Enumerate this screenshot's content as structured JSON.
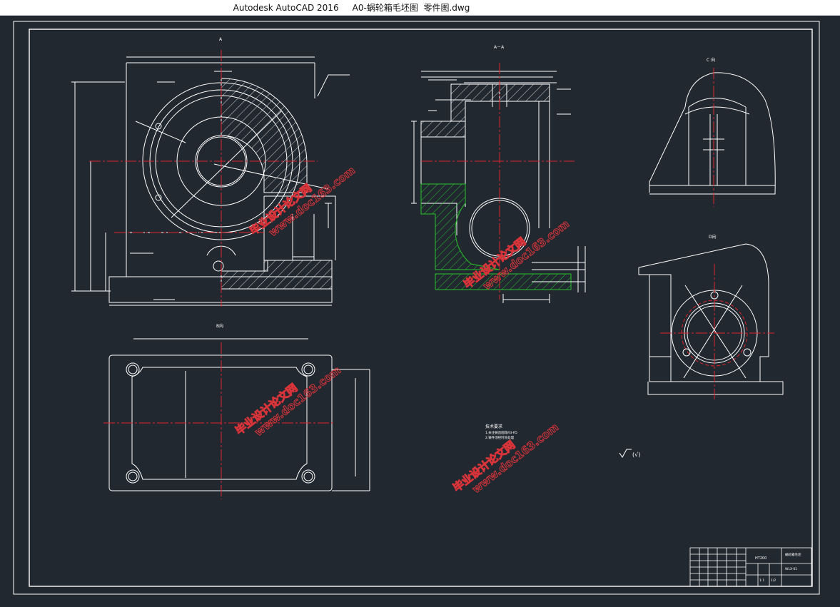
{
  "window": {
    "title": "Autodesk AutoCAD 2016     A0-蜗轮箱毛坯图  零件图.dwg"
  },
  "colors": {
    "background": "#212830",
    "line": "#ffffff",
    "center_line": "#e0242b",
    "hatch": "#ffffff",
    "section_hatch": "#27c22a",
    "watermark": "#d8343a"
  },
  "views": {
    "front_label": "A",
    "section_label": "A－A",
    "bottom_label": "B向",
    "side_c_label": "C 向",
    "side_d_label": "D向"
  },
  "notes": {
    "heading": "技术要求",
    "line1": "1.未注铸造圆角R3-R5",
    "line2": "2.铸件须经时效处理"
  },
  "roughness_note": "(√)",
  "watermark": {
    "line1": "毕业设计论文网",
    "line2": "www.doc163.com"
  },
  "title_block": {
    "material": "HT200",
    "ratio": "1:1",
    "sheet": "1/2",
    "name_label": "蜗轮箱毛坯",
    "drawing_no": "WLX-01"
  }
}
